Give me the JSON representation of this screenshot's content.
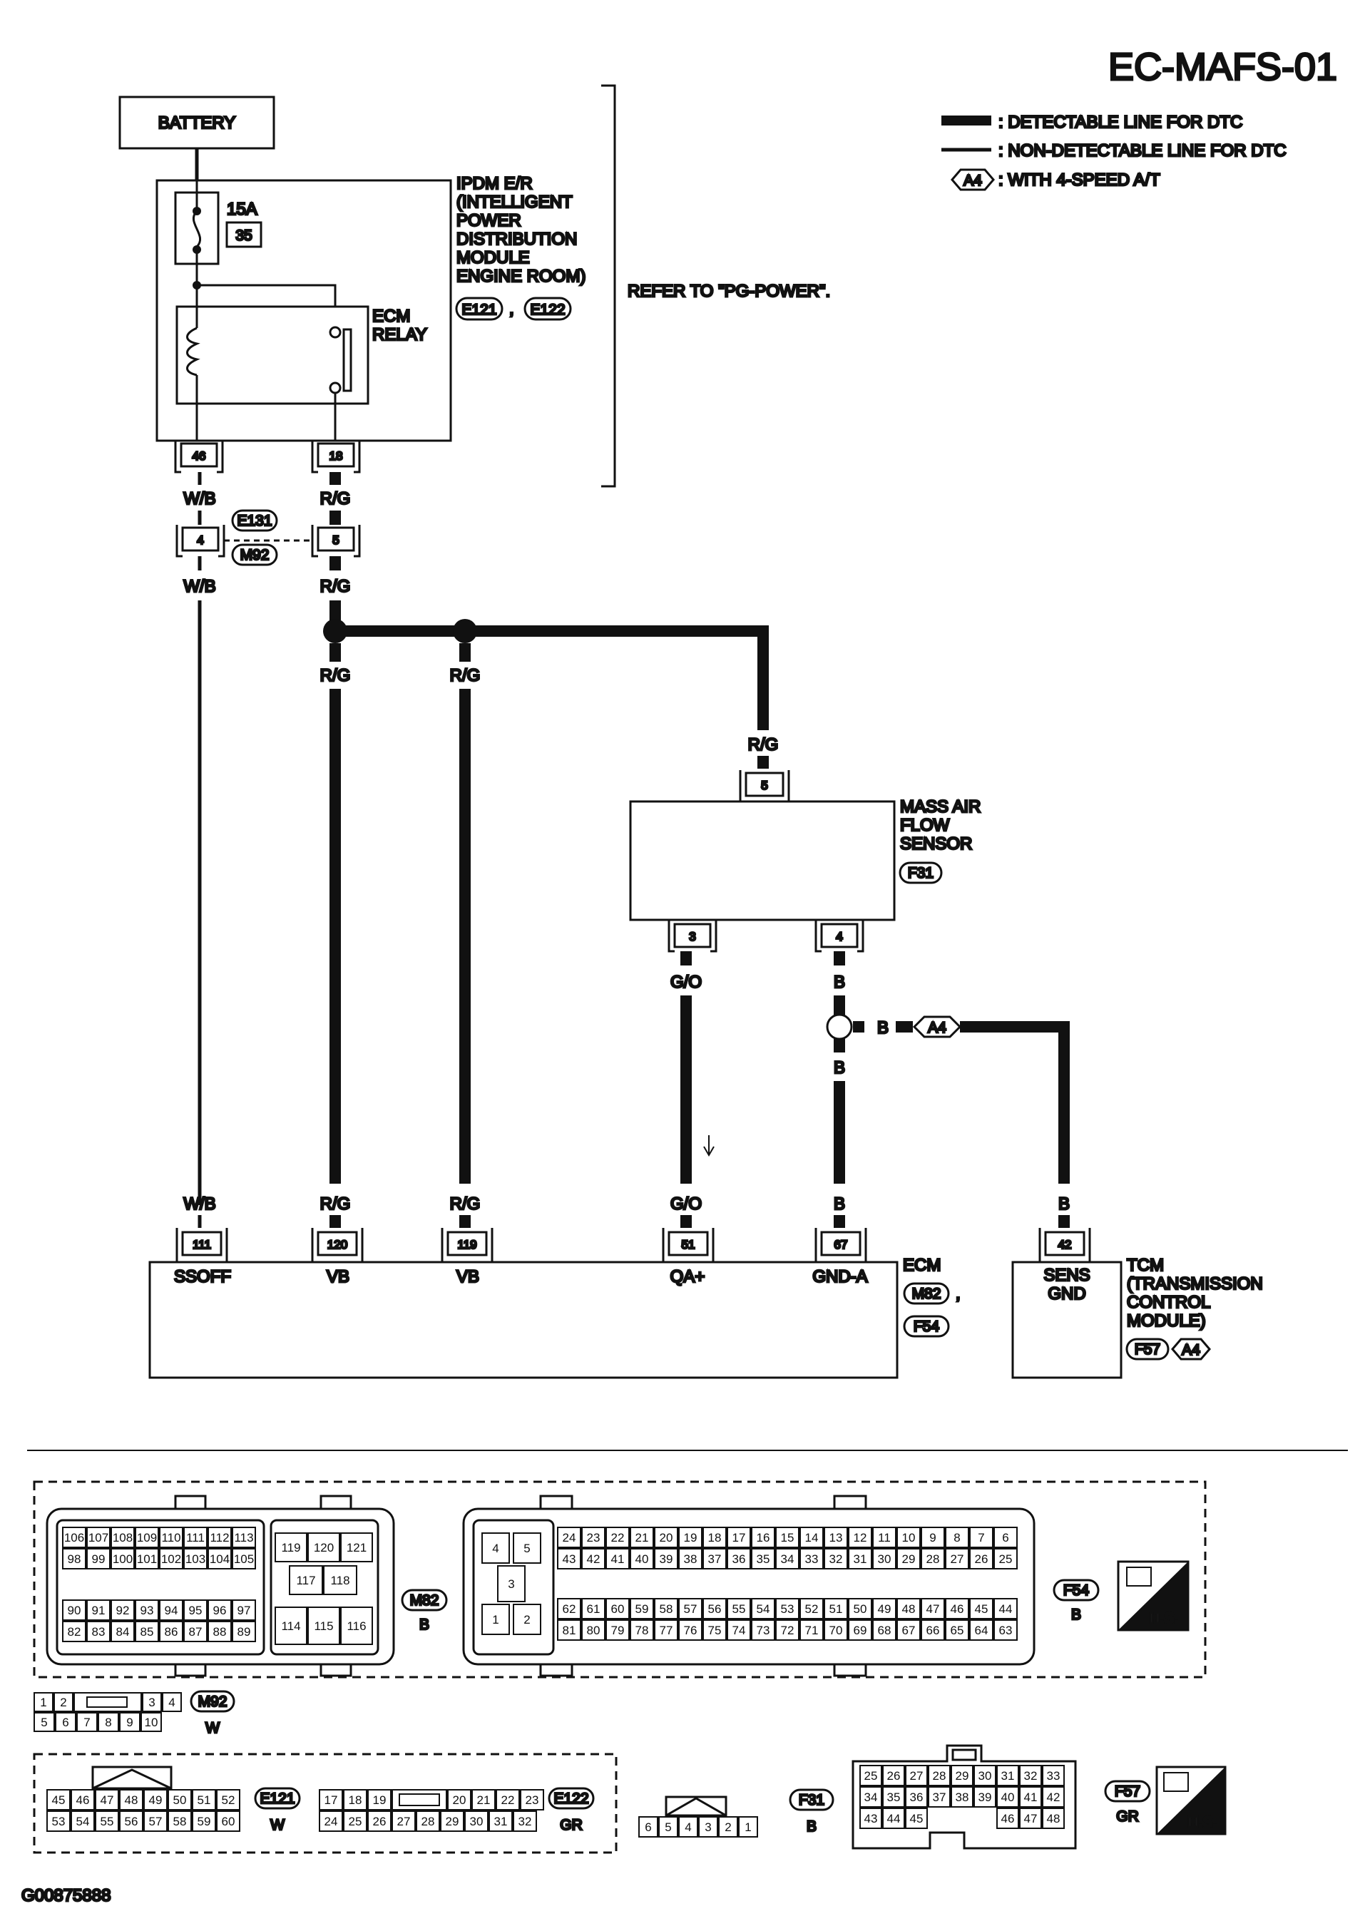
{
  "page_code": "EC-MAFS-01",
  "figure_code": "G00875888",
  "legend": {
    "detectable": ": DETECTABLE LINE FOR DTC",
    "non_detectable": ": NON-DETECTABLE LINE FOR DTC",
    "a4_mark": "A4",
    "a4_text": ": WITH 4-SPEED A/T"
  },
  "battery": "BATTERY",
  "ipdm": {
    "label_lines": [
      "IPDM E/R",
      "(INTELLIGENT",
      "POWER",
      "DISTRIBUTION",
      "MODULE",
      "ENGINE ROOM)"
    ],
    "conn1": "E121",
    "sep": ",",
    "conn2": "E122",
    "fuse_amp": "15A",
    "fuse_no": "35",
    "relay_lines": [
      "ECM",
      "RELAY"
    ],
    "pin_left": "46",
    "pin_right": "18",
    "refer": "REFER TO \"PG-POWER\"."
  },
  "joint": {
    "pin_left": "4",
    "pin_right": "5",
    "conn_top": "E131",
    "conn_bottom": "M92"
  },
  "wires": {
    "wb": "W/B",
    "rg": "R/G",
    "go": "G/O",
    "b": "B"
  },
  "maf": {
    "label_lines": [
      "MASS AIR",
      "FLOW",
      "SENSOR"
    ],
    "conn": "F31",
    "pin_top": "5",
    "pin_left": "3",
    "pin_right": "4"
  },
  "ecm": {
    "label": "ECM",
    "conn1": "M82",
    "sep": ",",
    "conn2": "F54",
    "pins": [
      "111",
      "120",
      "119",
      "51",
      "67"
    ],
    "terms": [
      "SSOFF",
      "VB",
      "VB",
      "QA+",
      "GND-A"
    ]
  },
  "tcm": {
    "pin": "42",
    "term_lines": [
      "SENS",
      "GND"
    ],
    "label_lines": [
      "TCM",
      "(TRANSMISSION",
      "CONTROL",
      "MODULE)"
    ],
    "conn": "F57",
    "a4": "A4"
  },
  "connectors": {
    "m82_rows": [
      [
        "106",
        "107",
        "108",
        "109",
        "110",
        "111",
        "112",
        "113"
      ],
      [
        "98",
        "99",
        "100",
        "101",
        "102",
        "103",
        "104",
        "105"
      ],
      [
        "90",
        "91",
        "92",
        "93",
        "94",
        "95",
        "96",
        "97"
      ],
      [
        "82",
        "83",
        "84",
        "85",
        "86",
        "87",
        "88",
        "89"
      ]
    ],
    "m82_mid": [
      "119",
      "120",
      "121",
      "117",
      "118",
      "114",
      "115",
      "116"
    ],
    "m82_id": "M82",
    "m82_color": "B",
    "f54_small": [
      "4",
      "5",
      "3",
      "1",
      "2"
    ],
    "f54_rows": [
      [
        "24",
        "23",
        "22",
        "21",
        "20",
        "19",
        "18",
        "17",
        "16",
        "15",
        "14",
        "13",
        "12",
        "11",
        "10",
        "9",
        "8",
        "7",
        "6"
      ],
      [
        "43",
        "42",
        "41",
        "40",
        "39",
        "38",
        "37",
        "36",
        "35",
        "34",
        "33",
        "32",
        "31",
        "30",
        "29",
        "28",
        "27",
        "26",
        "25"
      ],
      [
        "62",
        "61",
        "60",
        "59",
        "58",
        "57",
        "56",
        "55",
        "54",
        "53",
        "52",
        "51",
        "50",
        "49",
        "48",
        "47",
        "46",
        "45",
        "44"
      ],
      [
        "81",
        "80",
        "79",
        "78",
        "77",
        "76",
        "75",
        "74",
        "73",
        "72",
        "71",
        "70",
        "69",
        "68",
        "67",
        "66",
        "65",
        "64",
        "63"
      ]
    ],
    "f54_id": "F54",
    "f54_color": "B",
    "hs": "H.S.",
    "m92_row1": [
      "1",
      "2",
      "3",
      "4"
    ],
    "m92_row2": [
      "5",
      "6",
      "7",
      "8",
      "9",
      "10"
    ],
    "m92_id": "M92",
    "m92_color": "W",
    "e121_row1": [
      "45",
      "46",
      "47",
      "48",
      "49",
      "50",
      "51",
      "52"
    ],
    "e121_row2": [
      "53",
      "54",
      "55",
      "56",
      "57",
      "58",
      "59",
      "60"
    ],
    "e121_id": "E121",
    "e121_color": "W",
    "e122_row1": [
      "17",
      "18",
      "19",
      "20",
      "21",
      "22",
      "23"
    ],
    "e122_row2": [
      "24",
      "25",
      "26",
      "27",
      "28",
      "29",
      "30",
      "31",
      "32"
    ],
    "e122_id": "E122",
    "e122_color": "GR",
    "f31_pins": [
      "6",
      "5",
      "4",
      "3",
      "2",
      "1"
    ],
    "f31_id": "F31",
    "f31_color": "B",
    "f57_row1": [
      "25",
      "26",
      "27",
      "28",
      "29",
      "30",
      "31",
      "32",
      "33"
    ],
    "f57_row2": [
      "34",
      "35",
      "36",
      "37",
      "38",
      "39",
      "40",
      "41",
      "42"
    ],
    "f57_row3a": [
      "43",
      "44",
      "45"
    ],
    "f57_row3b": [
      "46",
      "47",
      "48"
    ],
    "f57_id": "F57",
    "f57_color": "GR"
  }
}
